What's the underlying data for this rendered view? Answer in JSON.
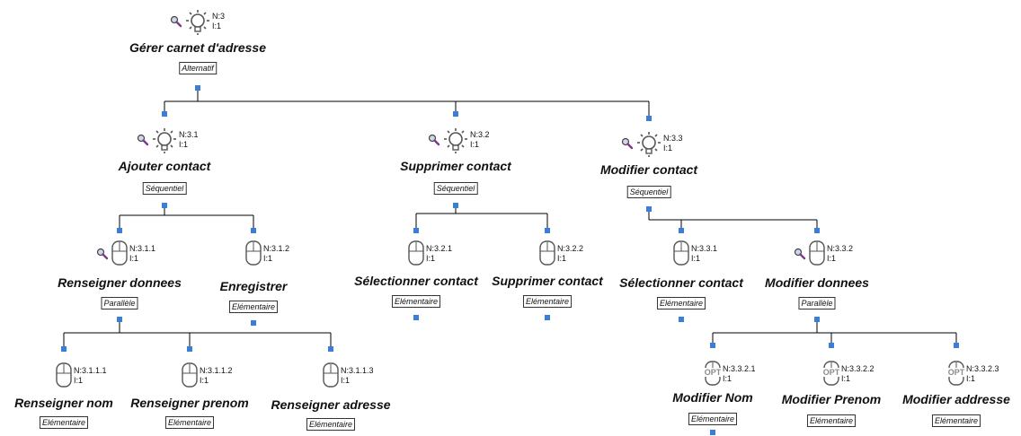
{
  "tasks": [
    {
      "id": "root",
      "type": "abstract",
      "search": true,
      "number": "N:3",
      "iter": "I:1",
      "title": "Gérer carnet d'adresse",
      "operator": "Alternatif"
    },
    {
      "id": "a",
      "type": "abstract",
      "search": true,
      "number": "N:3.1",
      "iter": "I:1",
      "title": "Ajouter contact",
      "operator": "Séquentiel"
    },
    {
      "id": "b",
      "type": "abstract",
      "search": true,
      "number": "N:3.2",
      "iter": "I:1",
      "title": "Supprimer contact",
      "operator": "Séquentiel"
    },
    {
      "id": "c",
      "type": "abstract",
      "search": true,
      "number": "N:3.3",
      "iter": "I:1",
      "title": "Modifier contact",
      "operator": "Séquentiel"
    },
    {
      "id": "a1",
      "type": "interaction",
      "search": true,
      "number": "N:3.1.1",
      "iter": "I:1",
      "title": "Renseigner donnees",
      "operator": "Parallèle"
    },
    {
      "id": "a2",
      "type": "interaction",
      "search": false,
      "number": "N:3.1.2",
      "iter": "I:1",
      "title": "Enregistrer",
      "operator": "Elémentaire"
    },
    {
      "id": "b1",
      "type": "interaction",
      "search": false,
      "number": "N:3.2.1",
      "iter": "I:1",
      "title": "Sélectionner contact",
      "operator": "Elémentaire"
    },
    {
      "id": "b2",
      "type": "interaction",
      "search": false,
      "number": "N:3.2.2",
      "iter": "I:1",
      "title": "Supprimer contact",
      "operator": "Elémentaire"
    },
    {
      "id": "c1",
      "type": "interaction",
      "search": false,
      "number": "N:3.3.1",
      "iter": "I:1",
      "title": "Sélectionner contact",
      "operator": "Elémentaire"
    },
    {
      "id": "c2",
      "type": "interaction",
      "search": true,
      "number": "N:3.3.2",
      "iter": "I:1",
      "title": "Modifier donnees",
      "operator": "Parallèle"
    },
    {
      "id": "a11",
      "type": "interaction",
      "search": false,
      "number": "N:3.1.1.1",
      "iter": "I:1",
      "title": "Renseigner nom",
      "operator": "Elémentaire"
    },
    {
      "id": "a12",
      "type": "interaction",
      "search": false,
      "number": "N:3.1.1.2",
      "iter": "I:1",
      "title": "Renseigner prenom",
      "operator": "Elémentaire"
    },
    {
      "id": "a13",
      "type": "interaction",
      "search": false,
      "number": "N:3.1.1.3",
      "iter": "I:1",
      "title": "Renseigner adresse",
      "operator": "Elémentaire"
    },
    {
      "id": "c21",
      "type": "optional",
      "search": false,
      "number": "N:3.3.2.1",
      "iter": "I:1",
      "title": "Modifier Nom",
      "operator": "Elémentaire"
    },
    {
      "id": "c22",
      "type": "optional",
      "search": false,
      "number": "N:3.3.2.2",
      "iter": "I:1",
      "title": "Modifier Prenom",
      "operator": "Elémentaire"
    },
    {
      "id": "c23",
      "type": "optional",
      "search": false,
      "number": "N:3.3.2.3",
      "iter": "I:1",
      "title": "Modifier addresse",
      "operator": "Elémentaire"
    }
  ],
  "edges": [
    {
      "parent": "root",
      "children": [
        "a",
        "b",
        "c"
      ]
    },
    {
      "parent": "a",
      "children": [
        "a1",
        "a2"
      ]
    },
    {
      "parent": "b",
      "children": [
        "b1",
        "b2"
      ]
    },
    {
      "parent": "c",
      "children": [
        "c1",
        "c2"
      ]
    },
    {
      "parent": "a1",
      "children": [
        "a11",
        "a12",
        "a13"
      ]
    },
    {
      "parent": "c2",
      "children": [
        "c21",
        "c22",
        "c23"
      ]
    }
  ],
  "optional_badge": "OPT",
  "colors": {
    "line": "#000000",
    "connector": "#3b7dd8",
    "icon_stroke": "#555555",
    "opt_text": "#8a8a8a",
    "lens": "#7a3b8c"
  }
}
